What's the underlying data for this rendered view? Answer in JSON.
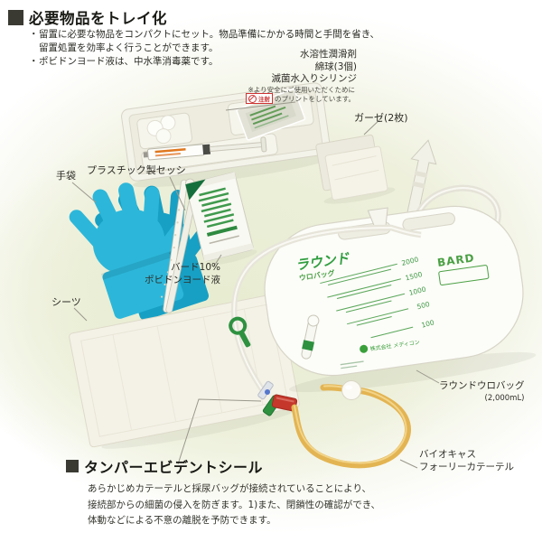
{
  "header": {
    "title": "必要物品をトレイ化",
    "bullet_marker": "・",
    "bullet1_line1": "留置に必要な物品をコンパクトにセット。物品準備にかかる時間と手間を省き、",
    "bullet1_line2": "留置処置を効率よく行うことができます。",
    "bullet2": "ポビドンヨード液は、中水準消毒薬です。"
  },
  "labels": {
    "tray_item1": "水溶性潤滑剤",
    "tray_item2": "綿球(3個)",
    "tray_item3": "滅菌水入りシリンジ",
    "note_line1": "※より安全にご使用いただくために",
    "note_badge": "注射",
    "note_line2": "のプリントをしています。",
    "gauze": "ガーゼ(2枚)",
    "gloves": "手袋",
    "forceps": "プラスチック製セッシ",
    "povidone_line1": "バード10%",
    "povidone_line2": "ポビドンヨード液",
    "sheet": "シーツ",
    "urobag_line1": "ラウンドウロバッグ",
    "urobag_line2": "(2,000mL)",
    "catheter_line1": "バイオキャス",
    "catheter_line2": "フォーリーカテーテル"
  },
  "bag_print": {
    "logo_main": "ラウンド",
    "logo_sub": "ウロバッグ",
    "brand": "BARD",
    "company": "株式会社 メディコン",
    "scale": [
      "2000",
      "1500",
      "1000",
      "500",
      "100"
    ]
  },
  "bottom": {
    "heading": "タンパーエビデントシール",
    "body_line1": "あらかじめカテーテルと採尿バッグが接続されていることにより、",
    "body_line2": "接続部からの細菌の侵入を防ぎます。1)また、閉鎖性の確認ができ、",
    "body_line3": "体動などによる不意の離脱を予防できます。"
  },
  "colors": {
    "accent_green": "#3aa03a",
    "glove_blue": "#2cb7da",
    "catheter_yellow": "#e3b452",
    "seal_red": "#c5372b",
    "badge_red": "#cc3333"
  }
}
